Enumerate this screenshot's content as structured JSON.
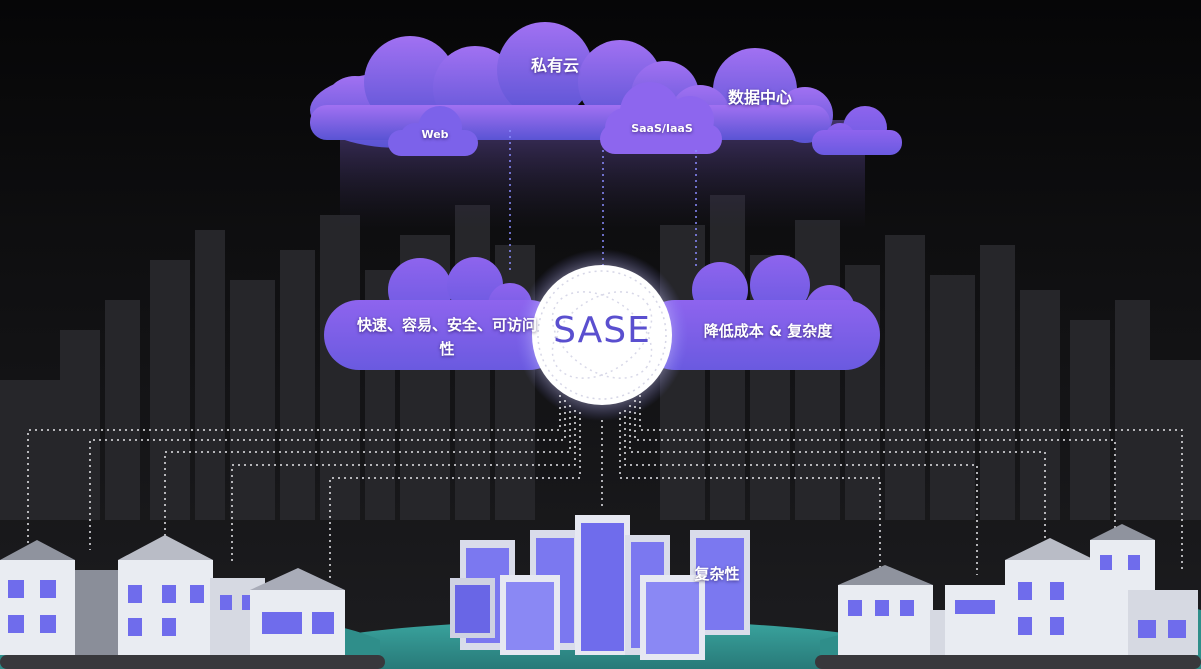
{
  "labels": {
    "private_cloud": "私有云",
    "data_center": "数据中心",
    "web": "Web",
    "saas_iaas": "SaaS/IaaS",
    "sase": "SASE",
    "left_benefit": "快速、容易、安全、可访问性",
    "right_benefit": "降低成本 & 复杂度",
    "complexity": "复杂性"
  },
  "colors": {
    "background": "#0b0b0c",
    "cloud_top": "#9a6bf0",
    "cloud_bottom": "#5b55d6",
    "building_blue": "#7b78f0",
    "house_white": "#e9ecf2",
    "ground_teal": "#2e8c8a",
    "sase_text": "#5a4fcf"
  }
}
